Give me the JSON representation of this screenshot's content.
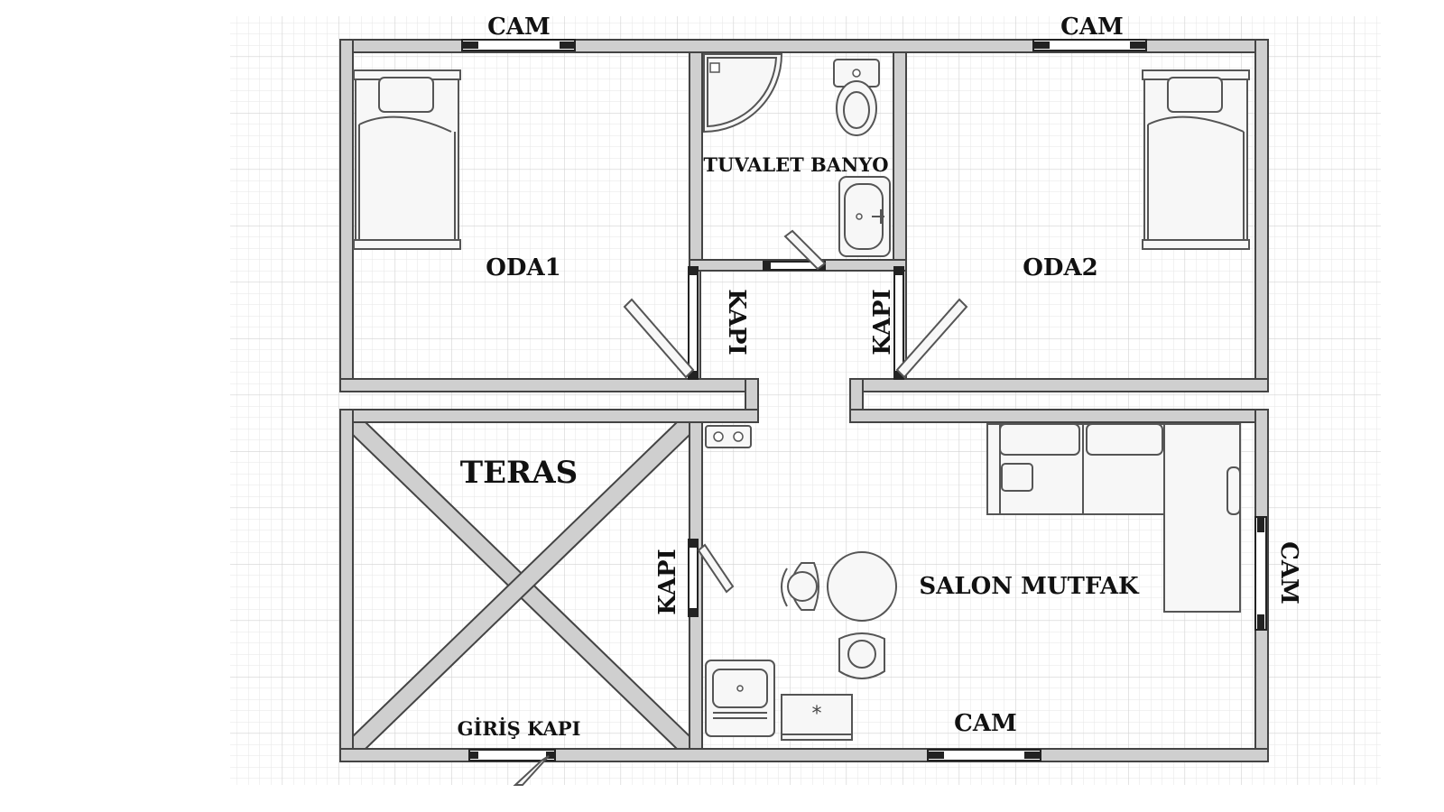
{
  "labels": {
    "cam_top_left": "CAM",
    "cam_top_right": "CAM",
    "oda1": "ODA1",
    "oda2": "ODA2",
    "tuvalet_banyo": "TUVALET BANYO",
    "kapi_left": "KAPI",
    "kapi_right": "KAPI",
    "kapi_teras": "KAPI",
    "teras": "TERAS",
    "salon_mutfak": "SALON MUTFAK",
    "cam_right": "CAM",
    "cam_bottom": "CAM",
    "giris_kapi": "GİRİŞ KAPI"
  },
  "colors": {
    "wall": "#cfcfcf",
    "grid_minor": "#e6e6e6",
    "grid_major": "#d2d2d2",
    "ink": "#111111"
  }
}
